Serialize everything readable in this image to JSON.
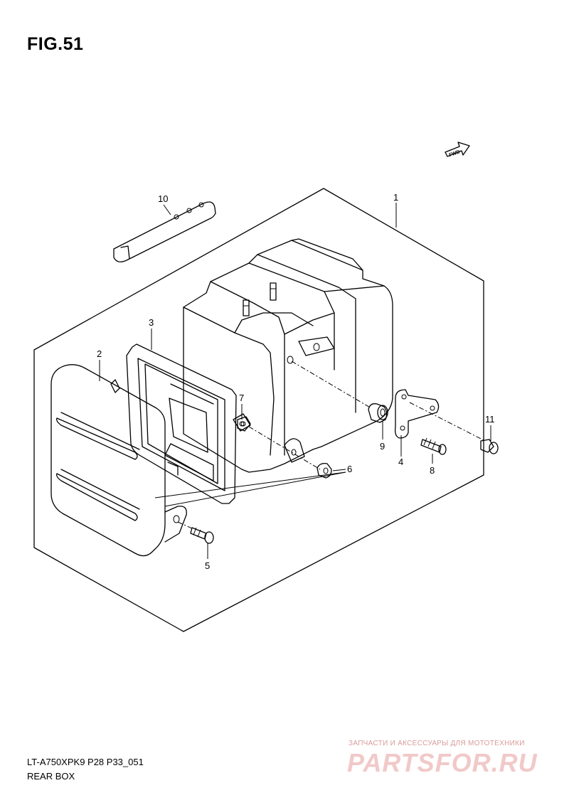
{
  "figure": {
    "title": "FIG.51",
    "model_code": "LT-A750XPK9 P28 P33_051",
    "name": "REAR BOX"
  },
  "fwd_label": "FWD",
  "callouts": [
    "1",
    "2",
    "3",
    "4",
    "5",
    "6",
    "7",
    "8",
    "9",
    "10",
    "11"
  ],
  "watermark": {
    "tagline": "ЗАПЧАСТИ И АКСЕССУАРЫ ДЛЯ МОТОТЕХНИКИ",
    "logo": "PARTSFOR.RU"
  }
}
